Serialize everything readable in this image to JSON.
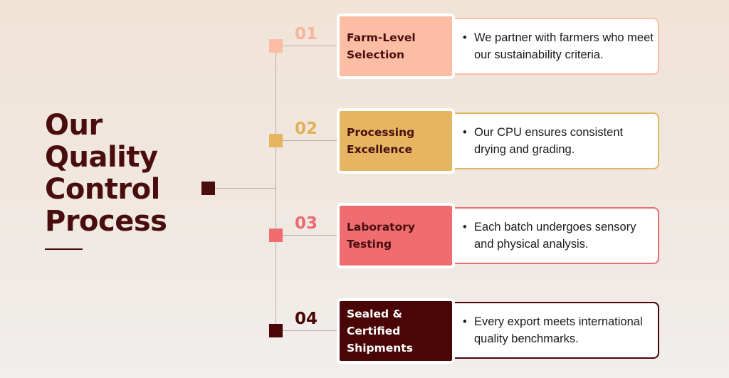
{
  "title": {
    "line1": "Our",
    "line2": "Quality",
    "line3": "Control",
    "line4": "Process"
  },
  "steps": [
    {
      "number": "01",
      "label_line1": "Farm-Level",
      "label_line2": "Selection",
      "description": "We partner with farmers who meet our sustainability criteria.",
      "color": "#fbbea5",
      "text_color": "#4a0d0d",
      "number_color": "#f7b59c"
    },
    {
      "number": "02",
      "label_line1": "Processing",
      "label_line2": "Excellence",
      "description": "Our CPU ensures consistent drying and grading.",
      "color": "#e6b561",
      "text_color": "#4a0d0d",
      "number_color": "#e3b058"
    },
    {
      "number": "03",
      "label_line1": "Laboratory",
      "label_line2": "Testing",
      "description": "Each batch undergoes sensory and physical analysis.",
      "color": "#ef6d71",
      "text_color": "#4a0d0d",
      "number_color": "#ea6a6e"
    },
    {
      "number": "04",
      "label_line1": "Sealed & Certified",
      "label_line2": "Shipments",
      "description": "Every export meets international quality benchmarks.",
      "color": "#4a0606",
      "text_color": "#ffffff",
      "number_color": "#4a0606"
    }
  ],
  "colors": {
    "dark": "#4a0d0d",
    "connector": "#b9ada6"
  }
}
